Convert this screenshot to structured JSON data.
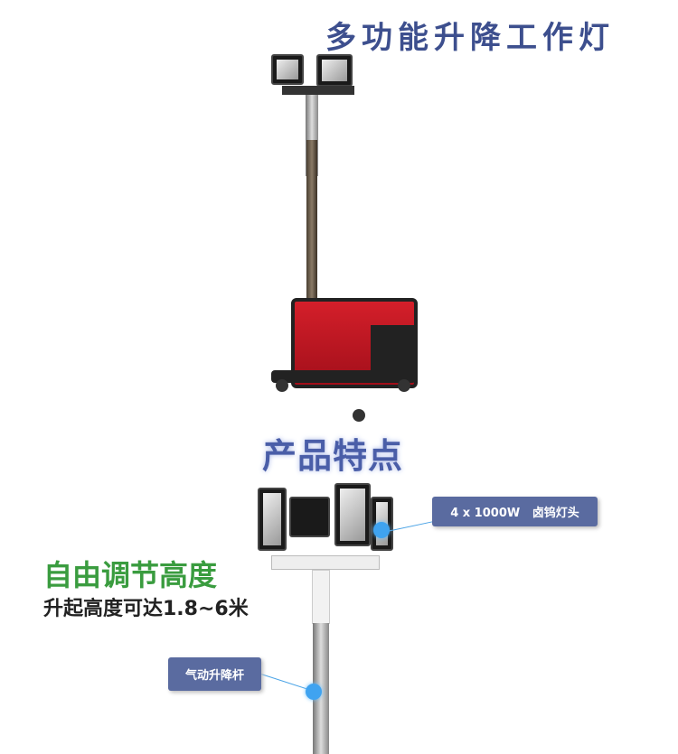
{
  "header": {
    "title": "多功能升降工作灯"
  },
  "section": {
    "title": "产品特点"
  },
  "feature": {
    "heading": "自由调节高度",
    "description": "升起高度可达1.8~6米"
  },
  "callouts": [
    {
      "label": "4 x 1000W   卤钨灯头"
    },
    {
      "label": "气动升降杆"
    }
  ],
  "colors": {
    "title": "#3d4f8e",
    "feature_heading": "#3a9c3f",
    "tag_bg": "#5a6ba0",
    "dot": "#3fa3f0",
    "generator": "#c8102e"
  }
}
